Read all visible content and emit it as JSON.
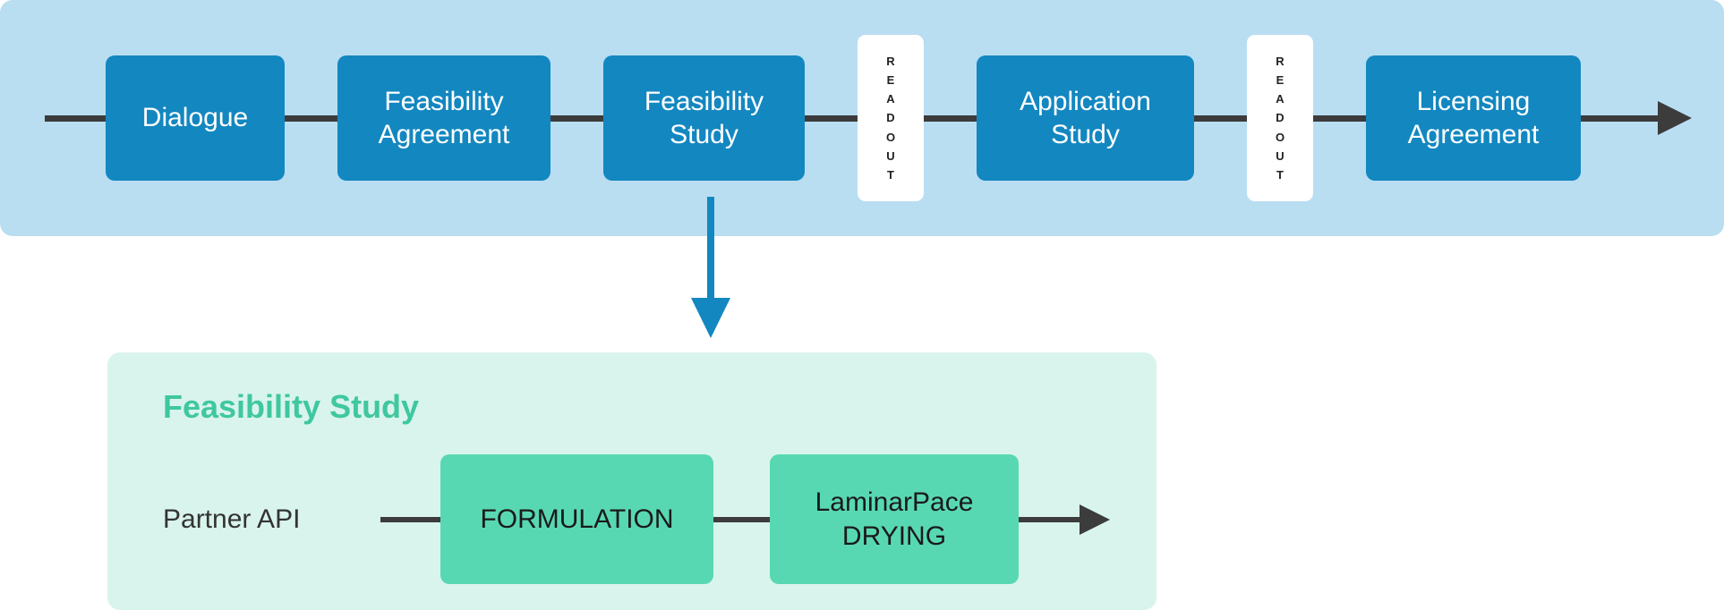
{
  "top_flow": {
    "stages": [
      {
        "label": "Dialogue"
      },
      {
        "label": "Feasibility Agreement"
      },
      {
        "label": "Feasibility Study"
      },
      {
        "label": "READOUT"
      },
      {
        "label": "Application Study"
      },
      {
        "label": "READOUT"
      },
      {
        "label": "Licensing Agreement"
      }
    ]
  },
  "detail_panel": {
    "title": "Feasibility Study",
    "source_label": "Partner API",
    "steps": [
      {
        "label": "FORMULATION"
      },
      {
        "label": "LaminarPace DRYING"
      }
    ]
  },
  "colors": {
    "banner_bg": "#b9def1",
    "stage_fill": "#1387c0",
    "stage_text": "#ffffff",
    "readout_bg": "#ffffff",
    "flow_line": "#3c3c3c",
    "down_arrow": "#1387c0",
    "panel_bg": "#d9f4ec",
    "panel_title": "#3fc7a0",
    "step_fill": "#58d8b2",
    "step_text": "#1a1a1a",
    "label_text": "#333333"
  }
}
